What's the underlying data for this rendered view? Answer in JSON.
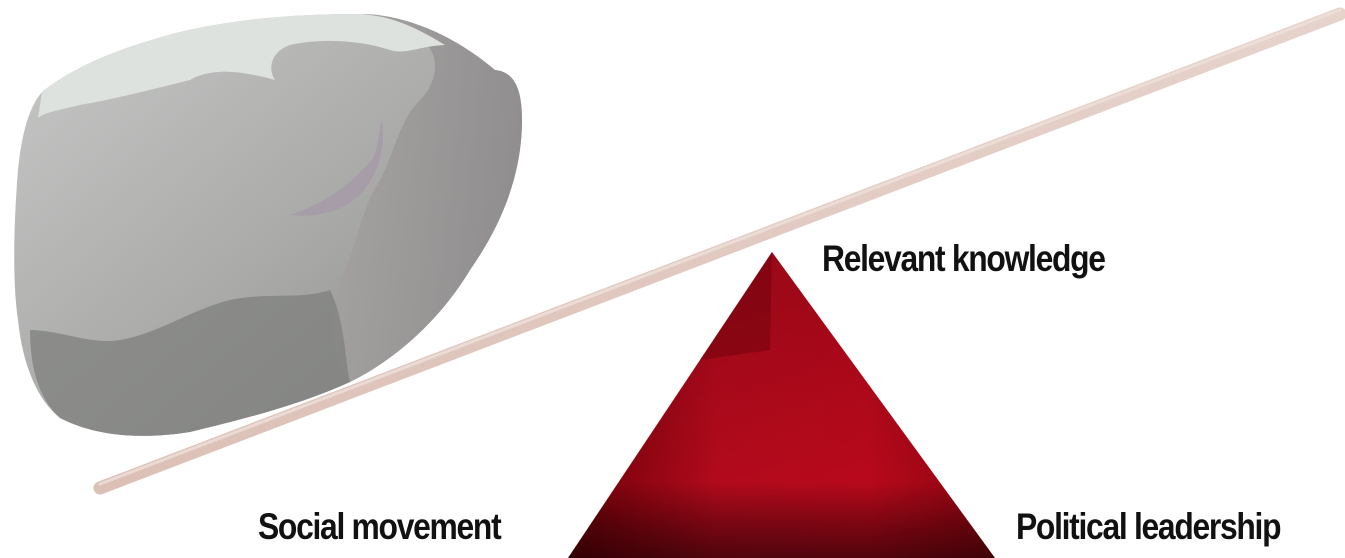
{
  "labels": {
    "top": "Relevant knowledge",
    "left": "Social movement",
    "right": "Political leadership"
  },
  "icons": {
    "boulder": "boulder-icon",
    "lever": "lever-icon",
    "fulcrum": "triangle-fulcrum-icon"
  },
  "colors": {
    "triangle": "#b5081c",
    "triangle_dark": "#5e0006",
    "lever": "#e2c9bf",
    "rock_light": "#c3c5c4",
    "rock_dark": "#8d8e8b",
    "rock_top": "#dde2de",
    "text": "#111111"
  }
}
